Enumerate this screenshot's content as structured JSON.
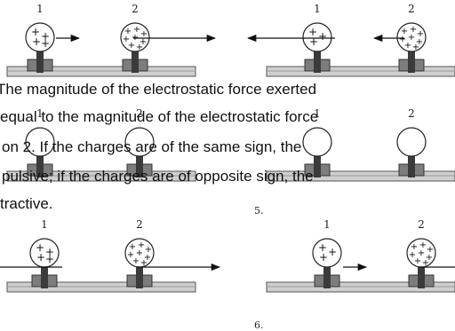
{
  "panels": [
    {
      "panel_number": "",
      "sphere_labels": [
        "1",
        "2"
      ],
      "sphere1_signs": [
        "+",
        "+",
        "+",
        "+"
      ],
      "sphere2_signs": [
        "+",
        "+",
        "+",
        "+",
        "+",
        "+",
        "+",
        "+"
      ],
      "arrow1": "right",
      "arrow2": "right"
    },
    {
      "panel_number": "",
      "sphere_labels": [
        "1",
        "2"
      ],
      "sphere1_signs": [
        "+",
        "+",
        "+"
      ],
      "sphere2_signs": [
        "+",
        "+",
        "+",
        "+",
        "+",
        "+",
        "+",
        "+"
      ],
      "arrow1": "left",
      "arrow2": "left"
    },
    {
      "panel_number": "",
      "sphere_labels": [
        "1",
        "2"
      ],
      "sphere1_signs": [],
      "sphere2_signs": [],
      "arrow1": "",
      "arrow2": ""
    },
    {
      "panel_number": "5.",
      "sphere_labels": [
        "1",
        "2"
      ],
      "sphere1_signs": [],
      "sphere2_signs": [],
      "arrow1": "",
      "arrow2": ""
    },
    {
      "panel_number": "",
      "sphere_labels": [
        "1",
        "2"
      ],
      "sphere1_signs": [
        "+",
        "+",
        "+",
        "+"
      ],
      "sphere2_signs": [
        "+",
        "+",
        "+",
        "+",
        "+",
        "+",
        "+",
        "+"
      ],
      "arrow1": "left",
      "arrow2": "right"
    },
    {
      "panel_number": "6.",
      "sphere_labels": [
        "1",
        "2"
      ],
      "sphere1_signs": [
        "+",
        "+",
        "+"
      ],
      "sphere2_signs": [
        "+",
        "+",
        "+",
        "+",
        "+",
        "+",
        "+",
        "+"
      ],
      "arrow1": "right",
      "arrow2": "right"
    }
  ],
  "overlay_text": [
    "The magnitude of the electrostatic force exerted",
    "equal to the magnitude of the electrostatic force",
    "on 2. If the charges are of the same sign, the",
    "pulsive; if the charges are of opposite sign, the",
    "tractive."
  ],
  "colors": {
    "sphere_stroke": "#222222",
    "rail_fill": "#cfcfcf",
    "post_fill": "#3b3b3b",
    "block_fill": "#7d7d7d",
    "arrow": "#111111"
  }
}
